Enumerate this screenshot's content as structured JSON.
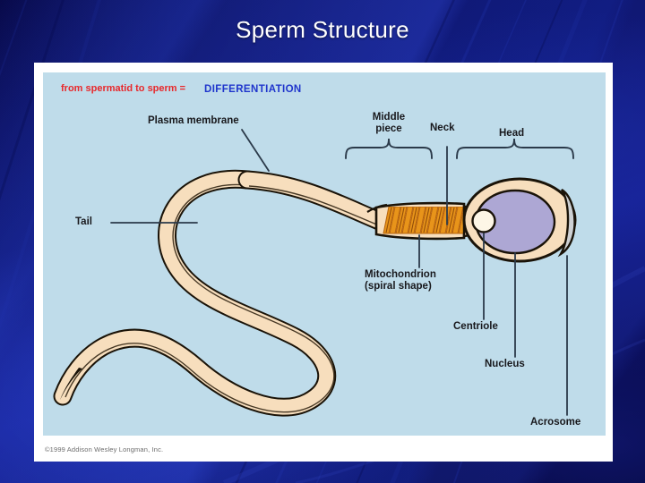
{
  "slide": {
    "title": "Sperm Structure",
    "title_color": "#ffffff",
    "background_color": "#0b0f63"
  },
  "figure": {
    "background_color": "#bfdcea",
    "frame_color": "#ffffff",
    "credit": "©1999 Addison Wesley Longman, Inc.",
    "banner": {
      "red_text": "from spermatid to sperm =",
      "red_color": "#e8282b",
      "blue_text": "DIFFERENTIATION",
      "blue_color": "#1f35cc"
    },
    "labels": {
      "plasma_membrane": "Plasma membrane",
      "tail": "Tail",
      "middle_piece_line1": "Middle",
      "middle_piece_line2": "piece",
      "neck": "Neck",
      "head": "Head",
      "mitochondrion_line1": "Mitochondrion",
      "mitochondrion_line2": "(spiral shape)",
      "centriole": "Centriole",
      "nucleus": "Nucleus",
      "acrosome": "Acrosome"
    },
    "colors": {
      "cytoplasm": "#f7debd",
      "outline": "#1a1308",
      "nucleus": "#ada7d4",
      "acrosome": "#cdd0d3",
      "centriole": "#fdf6e6",
      "mitochondrion": "#e8941a",
      "mitochondrion_dark": "#b5620c",
      "leader_line": "#2b3a4a"
    }
  }
}
